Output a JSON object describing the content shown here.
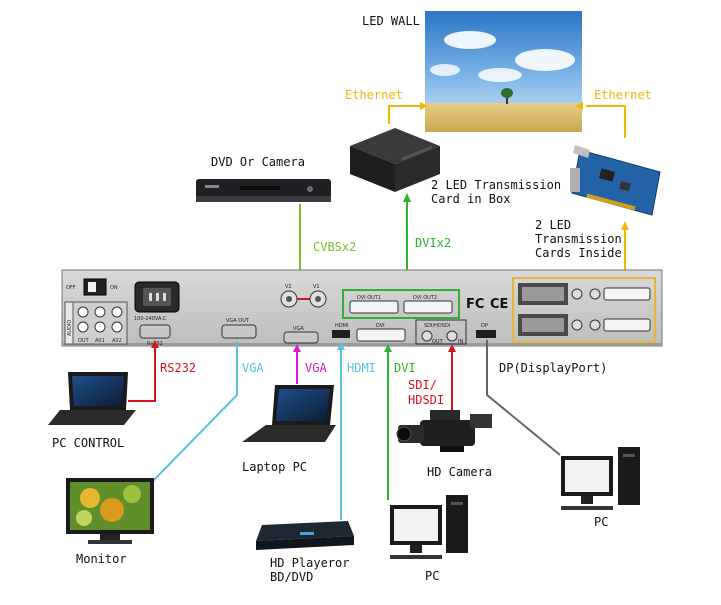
{
  "top": {
    "led_wall": "LED WALL",
    "ethernet_left": "Ethernet",
    "ethernet_right": "Ethernet",
    "box_card_line1": "2 LED Transmission",
    "box_card_line2": "Card in Box",
    "cards_inside_line1": "2 LED",
    "cards_inside_line2": "Transmission",
    "cards_inside_line3": "Cards Inside",
    "dvd_or_camera": "DVD Or Camera",
    "cvbs": "CVBSx2",
    "dvi_x2": "DVIx2"
  },
  "panel": {
    "off": "OFF",
    "on": "ON",
    "audio": "AUDIO",
    "out": "OUT",
    "a01": "A01",
    "a02": "A02",
    "power": "100-240VA.C",
    "rs232": "Rs232",
    "vga_out": "VGA OUT",
    "v2": "V2",
    "v1": "V1",
    "vga": "VGA",
    "hdmi": "HDMI",
    "dvi": "DVI",
    "dvi_out1": "DVI OUT1",
    "dvi_out2": "DVI OUT2",
    "sdi": "SDI/HDSDI",
    "sdi_out": "OUT",
    "sdi_in": "IN",
    "dp": "DP",
    "fc": "FC",
    "ce": "CE"
  },
  "bottom": {
    "rs232": "RS232",
    "vga1": "VGA",
    "vga2": "VGA",
    "hdmi": "HDMI",
    "dvi": "DVI",
    "sdi_line1": "SDI/",
    "sdi_line2": "HDSDI",
    "dp": "DP(DisplayPort)",
    "pc_control": "PC CONTROL",
    "monitor": "Monitor",
    "laptop_pc": "Laptop PC",
    "hd_player_line1": "HD Playeror",
    "hd_player_line2": "BD/DVD",
    "hd_camera": "HD Camera",
    "pc_center": "PC",
    "pc_right": "PC"
  },
  "colors": {
    "ethernet": "#f2b705",
    "rs232": "#d7141a",
    "vga": "#5bc0e6",
    "vga_laptop": "#d81bd0",
    "hdmi": "#5bc0e6",
    "dvi": "#2db32d",
    "cvbs": "#7cbf2f",
    "sdi": "#d7141a",
    "dp": "#666666"
  }
}
